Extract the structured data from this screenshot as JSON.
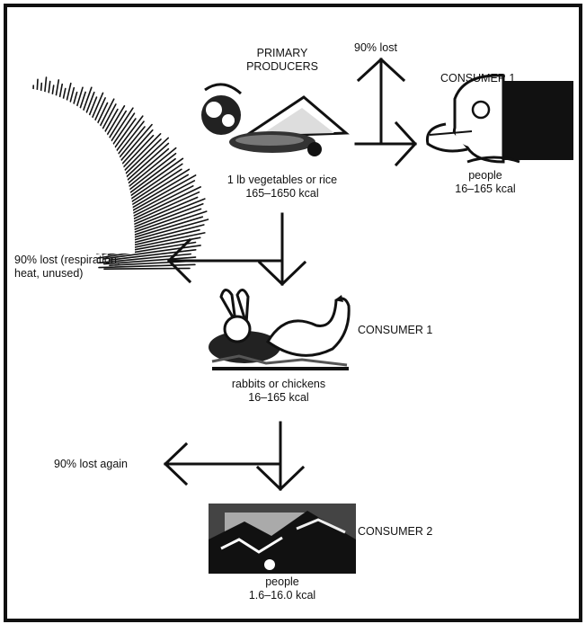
{
  "primary_producers": {
    "title_line1": "PRIMARY",
    "title_line2": "PRODUCERS",
    "caption_line1": "1 lb vegetables or rice",
    "caption_line2": "165–1650 kcal"
  },
  "loss_up": "90% lost",
  "consumer_top": {
    "title": "CONSUMER 1",
    "caption_line1": "people",
    "caption_line2": "16–165 kcal"
  },
  "loss_middle": {
    "line1": "90% lost (respiration,",
    "line2": "heat, unused)"
  },
  "consumer_middle": {
    "title": "CONSUMER 1",
    "caption_line1": "rabbits or chickens",
    "caption_line2": "16–165 kcal"
  },
  "loss_lower": "90% lost again",
  "consumer_bottom": {
    "title": "CONSUMER 2",
    "caption_line1": "people",
    "caption_line2": "1.6–16.0 kcal"
  }
}
